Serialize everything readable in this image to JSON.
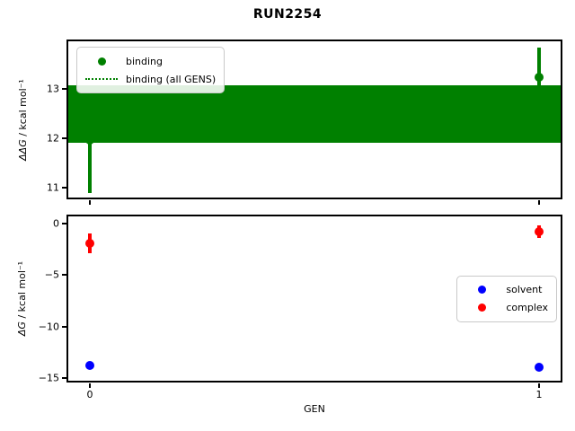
{
  "title": "RUN2254",
  "colors": {
    "binding": "#008000",
    "solvent": "#0000ff",
    "complex": "#ff0000",
    "spine": "#000000",
    "legend_border": "#c9c9c9",
    "background": "#ffffff"
  },
  "chart_data": [
    {
      "type": "scatter",
      "name": "ddg-vs-gen",
      "ylabel": {
        "math": "ΔΔG",
        "rest": " / kcal mol⁻¹"
      },
      "xlabel": "",
      "xlim": [
        -0.05,
        1.05
      ],
      "ylim": [
        10.78,
        13.98
      ],
      "yticks": [
        11,
        12,
        13
      ],
      "xticks": [
        0,
        1
      ],
      "xticklabels": [
        "",
        ""
      ],
      "grid": false,
      "band": {
        "label": "binding (all GENS)",
        "lo": 11.91,
        "hi": 13.07,
        "style": "solid-fill-with-hidden-dotted-center",
        "color": "#008000"
      },
      "series": [
        {
          "name": "binding",
          "color": "#008000",
          "marker": "circle",
          "x": [
            0,
            1
          ],
          "y": [
            11.97,
            13.24
          ],
          "yerr": [
            1.08,
            0.6
          ]
        }
      ],
      "legend": {
        "position": "upper left",
        "entries": [
          {
            "label": "binding",
            "marker": "circle",
            "color": "#008000"
          },
          {
            "label": "binding (all GENS)",
            "marker": "dotted-line",
            "color": "#008000"
          }
        ]
      }
    },
    {
      "type": "scatter",
      "name": "dg-vs-gen",
      "ylabel": {
        "math": "ΔG",
        "rest": " / kcal mol⁻¹"
      },
      "xlabel": "GEN",
      "xlim": [
        -0.05,
        1.05
      ],
      "ylim": [
        -15.37,
        0.79
      ],
      "yticks": [
        0,
        -5,
        -10,
        -15
      ],
      "xticks": [
        0,
        1
      ],
      "xticklabels": [
        "0",
        "1"
      ],
      "grid": false,
      "series": [
        {
          "name": "solvent",
          "color": "#0000ff",
          "marker": "circle",
          "x": [
            0,
            1
          ],
          "y": [
            -13.8,
            -14.0
          ],
          "yerr": [
            0.1,
            0.1
          ]
        },
        {
          "name": "complex",
          "color": "#ff0000",
          "marker": "circle",
          "x": [
            0,
            1
          ],
          "y": [
            -1.9,
            -0.8
          ],
          "yerr": [
            0.95,
            0.6
          ]
        }
      ],
      "legend": {
        "position": "center right",
        "entries": [
          {
            "label": "solvent",
            "marker": "circle",
            "color": "#0000ff"
          },
          {
            "label": "complex",
            "marker": "circle",
            "color": "#ff0000"
          }
        ]
      }
    }
  ]
}
